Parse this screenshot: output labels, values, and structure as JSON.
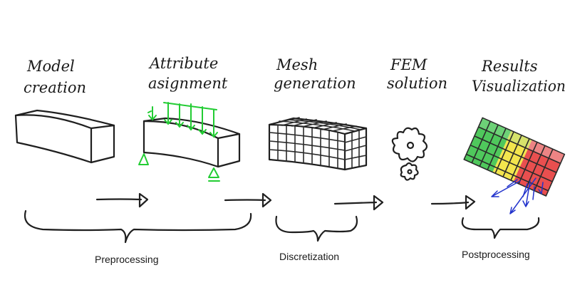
{
  "steps": [
    {
      "line1": "Model",
      "line2": "creation"
    },
    {
      "line1": "Attribute",
      "line2": "asignment"
    },
    {
      "line1": "Mesh",
      "line2": "generation"
    },
    {
      "line1": "FEM",
      "line2": "solution"
    },
    {
      "line1": "Results",
      "line2": "Visualization"
    }
  ],
  "phases": {
    "preprocessing": "Preprocessing",
    "discretization": "Discretization",
    "postprocessing": "Postprocessing"
  },
  "colors": {
    "ink": "#1f1f1f",
    "load_arrows": "#22cc33",
    "supports": "#22cc33",
    "result_vectors": "#2233cc",
    "result_red": "#e53030",
    "result_yellow": "#f2e23a",
    "result_green": "#3cc24a"
  }
}
